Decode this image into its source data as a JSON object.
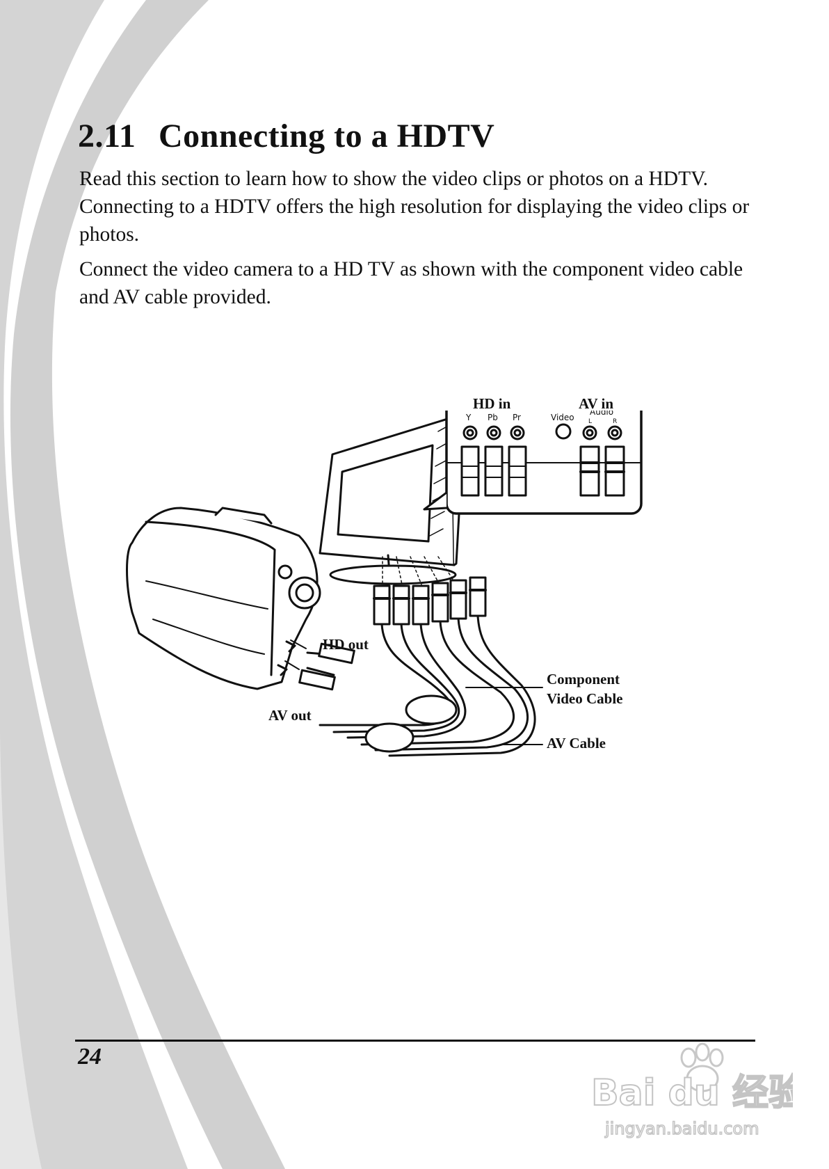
{
  "section": {
    "number": "2.11",
    "title": "Connecting to a HDTV"
  },
  "paragraphs": {
    "p1": "Read this section to learn how to show the video clips or photos on a HDTV. Connecting to a HDTV offers the high resolution for displaying the video clips or photos.",
    "p2": "Connect the video camera to a HD TV as shown with the component video cable and AV cable provided."
  },
  "diagram": {
    "hd_in": "HD in",
    "av_in": "AV in",
    "port_y": "Y",
    "port_pb": "Pb",
    "port_pr": "Pr",
    "port_video": "Video",
    "port_audio": "Audio",
    "port_l": "L",
    "port_r": "R",
    "hd_out": "HD out",
    "av_out": "AV out",
    "component_cable_line1": "Component",
    "component_cable_line2": "Video Cable",
    "av_cable": "AV Cable"
  },
  "footer": {
    "page_number": "24"
  },
  "watermark": {
    "brand": "Bai du 经验",
    "url": "jingyan.baidu.com"
  },
  "colors": {
    "swoosh": "#cccccc",
    "text": "#111111"
  }
}
